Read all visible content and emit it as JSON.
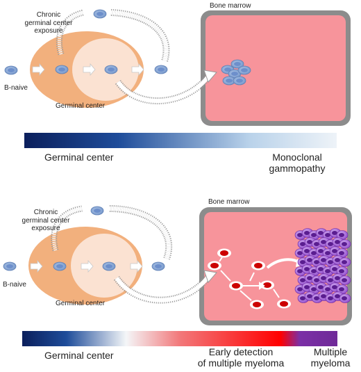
{
  "panel_top": {
    "bone_marrow": "Bone marrow",
    "chronic_exposure": [
      "Chronic",
      "germinal center",
      "exposure"
    ],
    "b_naive": "B-naive",
    "germinal_center": "Germinal center",
    "bar_left": "Germinal center",
    "bar_right": [
      "Monoclonal",
      "gammopathy"
    ],
    "bar_gradient": [
      "#0b1f5c",
      "#1e4c9a",
      "#b9d2ea",
      "#eef3f8"
    ]
  },
  "panel_bottom": {
    "bone_marrow": "Bone marrow",
    "chronic_exposure": [
      "Chronic",
      "germinal center",
      "exposure"
    ],
    "b_naive": "B-naive",
    "germinal_center": "Germinal center",
    "bar_left": "Germinal center",
    "bar_middle": [
      "Early detection",
      "of multiple myeloma"
    ],
    "bar_right": [
      "Multiple",
      "myeloma"
    ],
    "bar_gradient": [
      "#0b1f5c",
      "#1e4c9a",
      "#f4f6f8",
      "#f2787a",
      "#ff0000",
      "#7b2fa6"
    ]
  },
  "colors": {
    "marrow_fill": "#f7949b",
    "marrow_frame": "#8c8c8c",
    "germinal_outer": "#f2b07d",
    "germinal_inner": "#fbe2d2",
    "b_cell": "#8fb0dc",
    "myeloma_red": "#cc0000",
    "myeloma_purple": "#9b4fd3"
  }
}
